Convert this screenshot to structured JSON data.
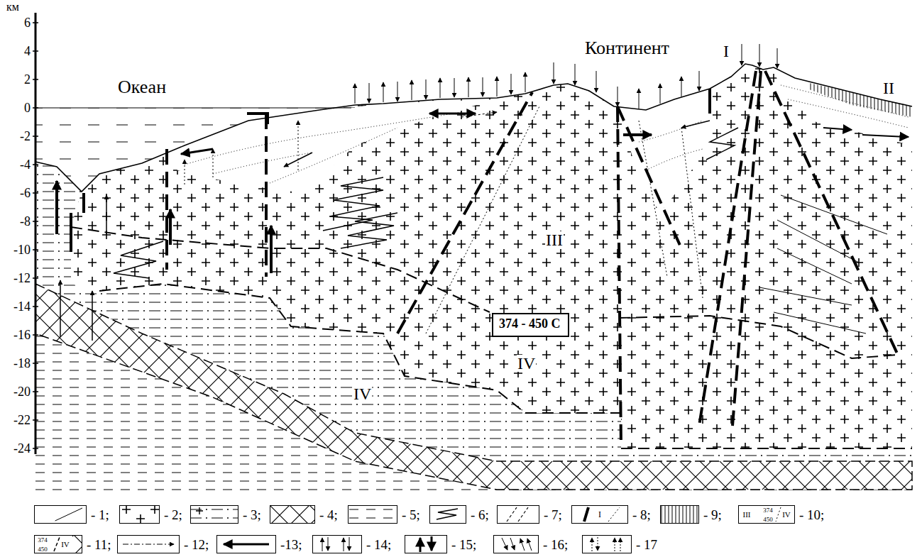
{
  "diagram": {
    "nodes": [
      {
        "text": [
          "374 - 450 C"
        ]
      }
    ],
    "labels": [
      "км",
      "6",
      "4",
      "2",
      "0",
      "-2",
      "-4",
      "-6",
      "-8",
      "-10",
      "-12",
      "-14",
      "-16",
      "-18",
      "-20",
      "-22",
      "-24",
      "Океан",
      "Континент",
      "I",
      "II",
      "III",
      "IV",
      "IV",
      "I",
      "III",
      "374",
      "450",
      "IV",
      "374",
      "450",
      "IV"
    ],
    "legend": [
      {
        "text": "- 1;"
      },
      {
        "text": "- 2;"
      },
      {
        "text": "- 3;"
      },
      {
        "text": "- 4;"
      },
      {
        "text": "- 5;"
      },
      {
        "text": "- 6;"
      },
      {
        "text": "- 7;"
      },
      {
        "text": "- 8;"
      },
      {
        "text": "- 9;"
      },
      {
        "text": "- 10;"
      },
      {
        "text": "- 11;"
      },
      {
        "text": "- 12;"
      },
      {
        "text": "-13;"
      },
      {
        "text": "- 14;"
      },
      {
        "text": "- 15;"
      },
      {
        "text": "- 16;"
      },
      {
        "text": "- 17"
      }
    ]
  }
}
